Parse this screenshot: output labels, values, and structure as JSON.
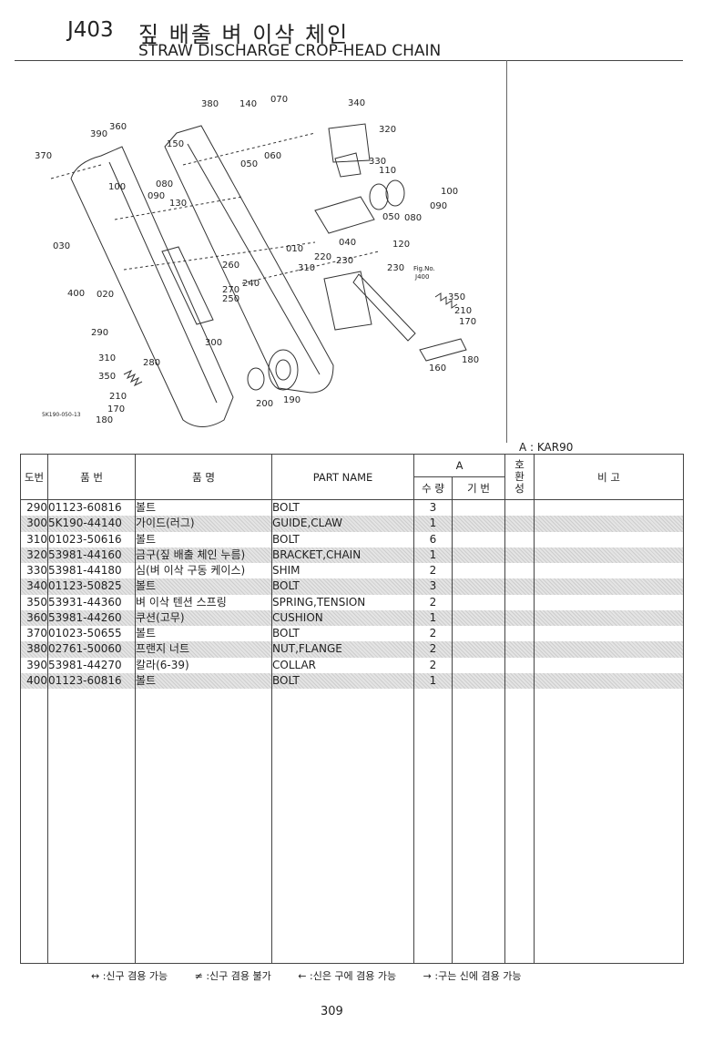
{
  "header": {
    "code": "J403",
    "title_ko": "짚 배출 벼 이삭 체인",
    "title_en": "STRAW DISCHARGE CROP-HEAD CHAIN"
  },
  "diagram": {
    "code": "5K190-050-13",
    "callouts": [
      "380",
      "140",
      "070",
      "340",
      "390",
      "360",
      "150",
      "320",
      "370",
      "050",
      "060",
      "330",
      "110",
      "100",
      "080",
      "090",
      "130",
      "100",
      "050",
      "080",
      "090",
      "040",
      "120",
      "030",
      "010",
      "220",
      "230",
      "230",
      "Fig.No.",
      "J400",
      "260",
      "310",
      "270",
      "240",
      "250",
      "350",
      "400",
      "020",
      "210",
      "170",
      "290",
      "300",
      "160",
      "180",
      "310",
      "280",
      "350",
      "210",
      "200",
      "190",
      "170",
      "180"
    ]
  },
  "legend_a": "A : KAR90",
  "table": {
    "headers": {
      "no": "도번",
      "part_no": "품  번",
      "name_ko": "품      명",
      "name_en": "PART  NAME",
      "group_a": "A",
      "qty": "수 량",
      "basic": "기 번",
      "compat": "호\n환\n성",
      "remark": "비      고"
    },
    "rows": [
      {
        "no": "290",
        "part": "01123-60816",
        "ko": "볼트",
        "en": "BOLT",
        "qty": "3"
      },
      {
        "no": "300",
        "part": "5K190-44140",
        "ko": "가이드(러그)",
        "en": "GUIDE,CLAW",
        "qty": "1"
      },
      {
        "no": "310",
        "part": "01023-50616",
        "ko": "볼트",
        "en": "BOLT",
        "qty": "6"
      },
      {
        "no": "320",
        "part": "53981-44160",
        "ko": "금구(짚 배출 체인 누름)",
        "en": "BRACKET,CHAIN",
        "qty": "1"
      },
      {
        "no": "330",
        "part": "53981-44180",
        "ko": "심(벼 이삭 구동 케이스)",
        "en": "SHIM",
        "qty": "2"
      },
      {
        "no": "340",
        "part": "01123-50825",
        "ko": "볼트",
        "en": "BOLT",
        "qty": "3"
      },
      {
        "no": "350",
        "part": "53931-44360",
        "ko": "벼 이삭 텐션 스프링",
        "en": "SPRING,TENSION",
        "qty": "2"
      },
      {
        "no": "360",
        "part": "53981-44260",
        "ko": "쿠션(고무)",
        "en": "CUSHION",
        "qty": "1"
      },
      {
        "no": "370",
        "part": "01023-50655",
        "ko": "볼트",
        "en": "BOLT",
        "qty": "2"
      },
      {
        "no": "380",
        "part": "02761-50060",
        "ko": "프랜지 너트",
        "en": "NUT,FLANGE",
        "qty": "2"
      },
      {
        "no": "390",
        "part": "53981-44270",
        "ko": "칼라(6-39)",
        "en": "COLLAR",
        "qty": "2"
      },
      {
        "no": "400",
        "part": "01123-60816",
        "ko": "볼트",
        "en": "BOLT",
        "qty": "1"
      }
    ]
  },
  "footer": {
    "legend": [
      "↔ :신구 겸용 가능",
      "≠ :신구 겸용 불가",
      "← :신은 구에 겸용 가능",
      "→ :구는 신에 겸용 가능"
    ],
    "page": "309"
  }
}
